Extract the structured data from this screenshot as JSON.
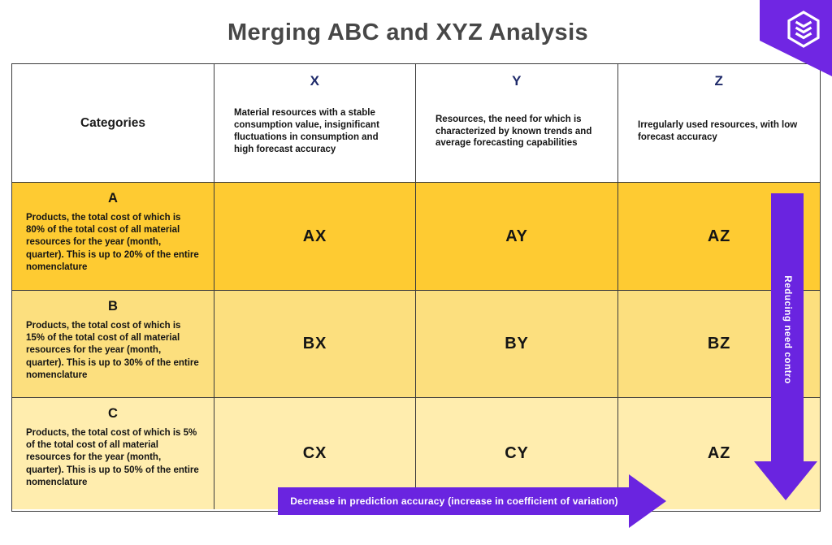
{
  "title": "Merging ABC and XYZ Analysis",
  "logo": {
    "icon": "layers-cube-icon",
    "badge_color": "#7026E3"
  },
  "colors": {
    "row_a": "#FECB32",
    "row_b": "#FCDF7E",
    "row_c": "#FFEDAE",
    "arrow_purple": "#6A24E0",
    "header_letter_navy": "#1e2a6a"
  },
  "table": {
    "header": {
      "categories_label": "Categories",
      "columns": [
        {
          "letter": "X",
          "description": "Material resources with a stable consumption value, insignificant fluctuations in consumption and high forecast accuracy"
        },
        {
          "letter": "Y",
          "description": "Resources, the need for which is characterized by known trends and average forecasting capabilities"
        },
        {
          "letter": "Z",
          "description": "Irregularly used resources, with low forecast accuracy"
        }
      ]
    },
    "rows": [
      {
        "letter": "A",
        "description": "Products, the total cost of which is 80% of the total cost of all material resources for the year (month, quarter). This is up to 20% of the entire nomenclature",
        "cells": [
          "AX",
          "AY",
          "AZ"
        ],
        "color": "#FECB32"
      },
      {
        "letter": "B",
        "description": "Products, the total cost of which is 15% of the total cost of all material resources for the year (month, quarter). This is up to 30% of the entire nomenclature",
        "cells": [
          "BX",
          "BY",
          "BZ"
        ],
        "color": "#FCDF7E"
      },
      {
        "letter": "C",
        "description": "Products, the total cost of which is 5% of the total cost of all material resources for the year (month, quarter). This is up to 50% of the entire nomenclature",
        "cells": [
          "CX",
          "CY",
          "AZ"
        ],
        "color": "#FFEDAE"
      }
    ]
  },
  "arrows": {
    "vertical_label": "Reducing need contro",
    "horizontal_label": "Decrease in prediction accuracy (increase in coefficient of variation)",
    "color": "#6A24E0"
  }
}
